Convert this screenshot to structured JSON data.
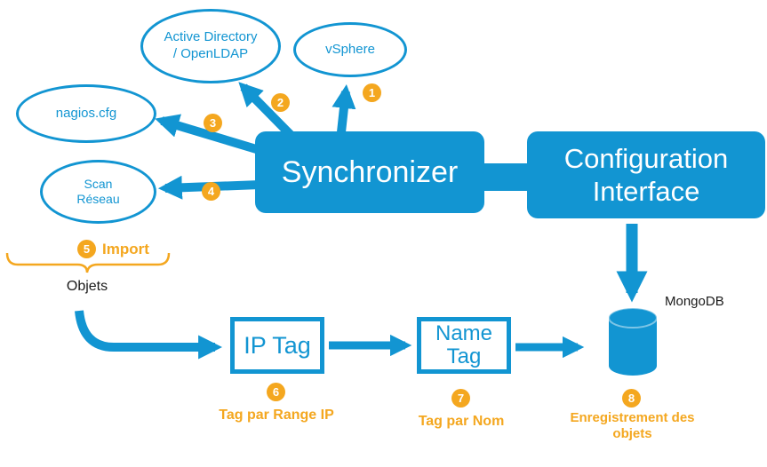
{
  "colors": {
    "blue": "#1295d2",
    "orange": "#f4a71f"
  },
  "nodes": {
    "active_directory": {
      "line1": "Active Directory",
      "line2": "/ OpenLDAP"
    },
    "vsphere": {
      "label": "vSphere"
    },
    "nagios": {
      "label": "nagios.cfg"
    },
    "scan_reseau": {
      "line1": "Scan",
      "line2": "Réseau"
    },
    "synchronizer": {
      "label": "Synchronizer"
    },
    "configuration_interface": {
      "line1": "Configuration",
      "line2": "Interface"
    },
    "ip_tag": {
      "label": "IP Tag"
    },
    "name_tag": {
      "line1": "Name",
      "line2": "Tag"
    },
    "mongodb": {
      "label": "MongoDB"
    },
    "objets": {
      "label": "Objets"
    }
  },
  "badges": {
    "n1": "1",
    "n2": "2",
    "n3": "3",
    "n4": "4",
    "n5": "5",
    "n6": "6",
    "n7": "7",
    "n8": "8"
  },
  "captions": {
    "import": "Import",
    "tag_par_range_ip": "Tag par Range IP",
    "tag_par_nom": "Tag par Nom",
    "enregistrement": "Enregistrement des objets"
  }
}
